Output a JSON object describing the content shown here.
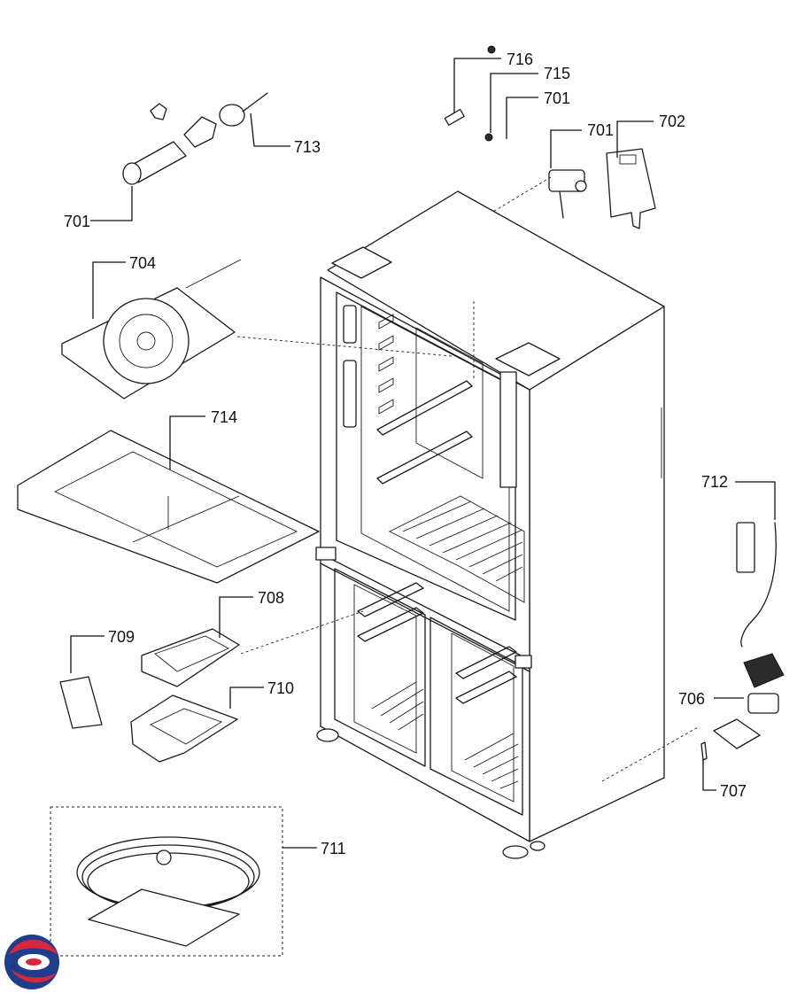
{
  "labels": {
    "p716": "716",
    "p715": "715",
    "p701_a": "701",
    "p701_b": "701",
    "p702": "702",
    "p713": "713",
    "p701_c": "701",
    "p704": "704",
    "p714": "714",
    "p712": "712",
    "p708": "708",
    "p709": "709",
    "p710": "710",
    "p706": "706",
    "p707": "707",
    "p711": "711"
  },
  "colors": {
    "line": "#1a1a1a",
    "logo_red": "#d7263d",
    "logo_blue": "#1f3d8a"
  }
}
